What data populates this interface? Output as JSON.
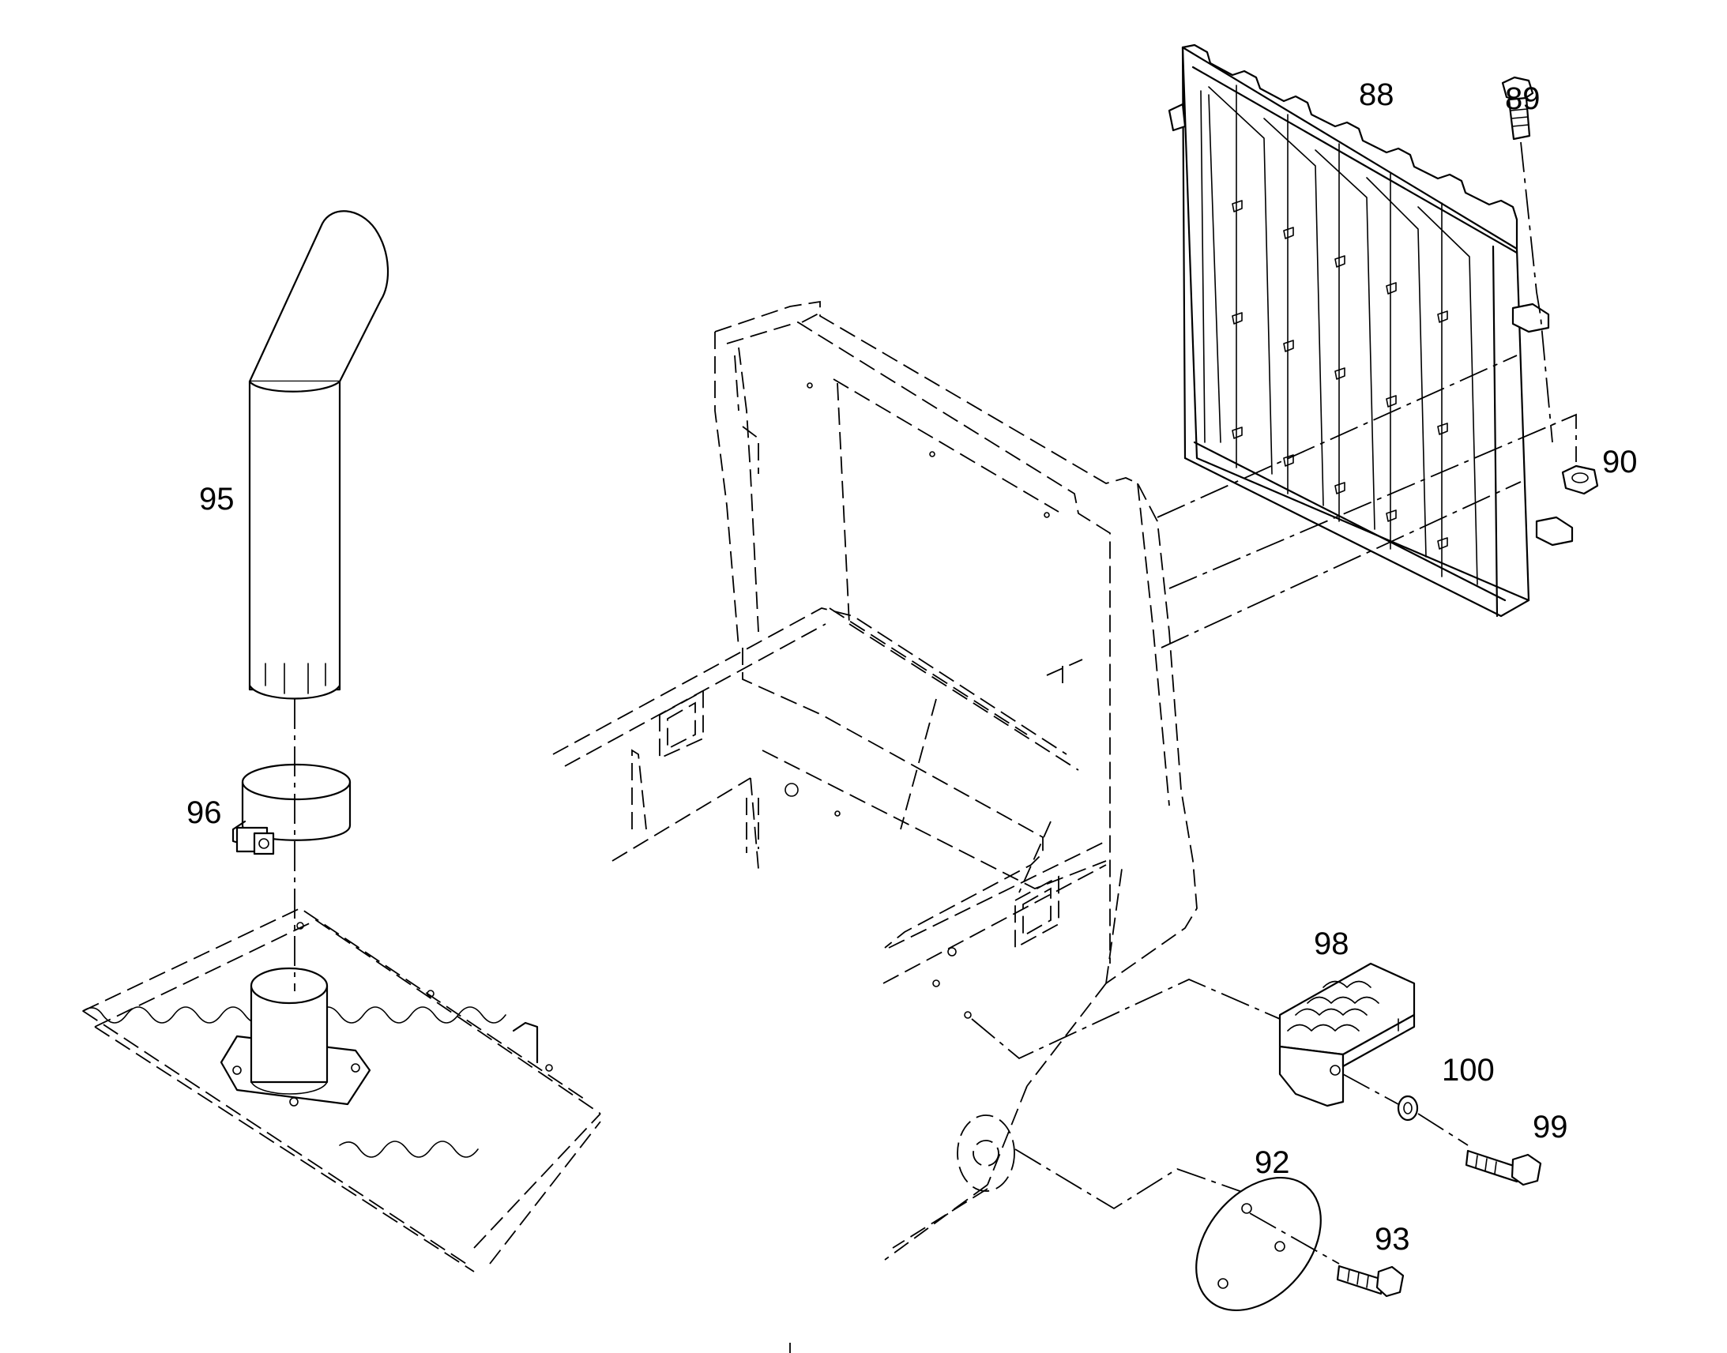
{
  "diagram": {
    "callouts": [
      {
        "id": "88",
        "text": "88"
      },
      {
        "id": "89",
        "text": "89"
      },
      {
        "id": "90",
        "text": "90"
      },
      {
        "id": "92",
        "text": "92"
      },
      {
        "id": "93",
        "text": "93"
      },
      {
        "id": "95",
        "text": "95"
      },
      {
        "id": "96",
        "text": "96"
      },
      {
        "id": "98",
        "text": "98"
      },
      {
        "id": "99",
        "text": "99"
      },
      {
        "id": "100",
        "text": "100"
      }
    ]
  }
}
